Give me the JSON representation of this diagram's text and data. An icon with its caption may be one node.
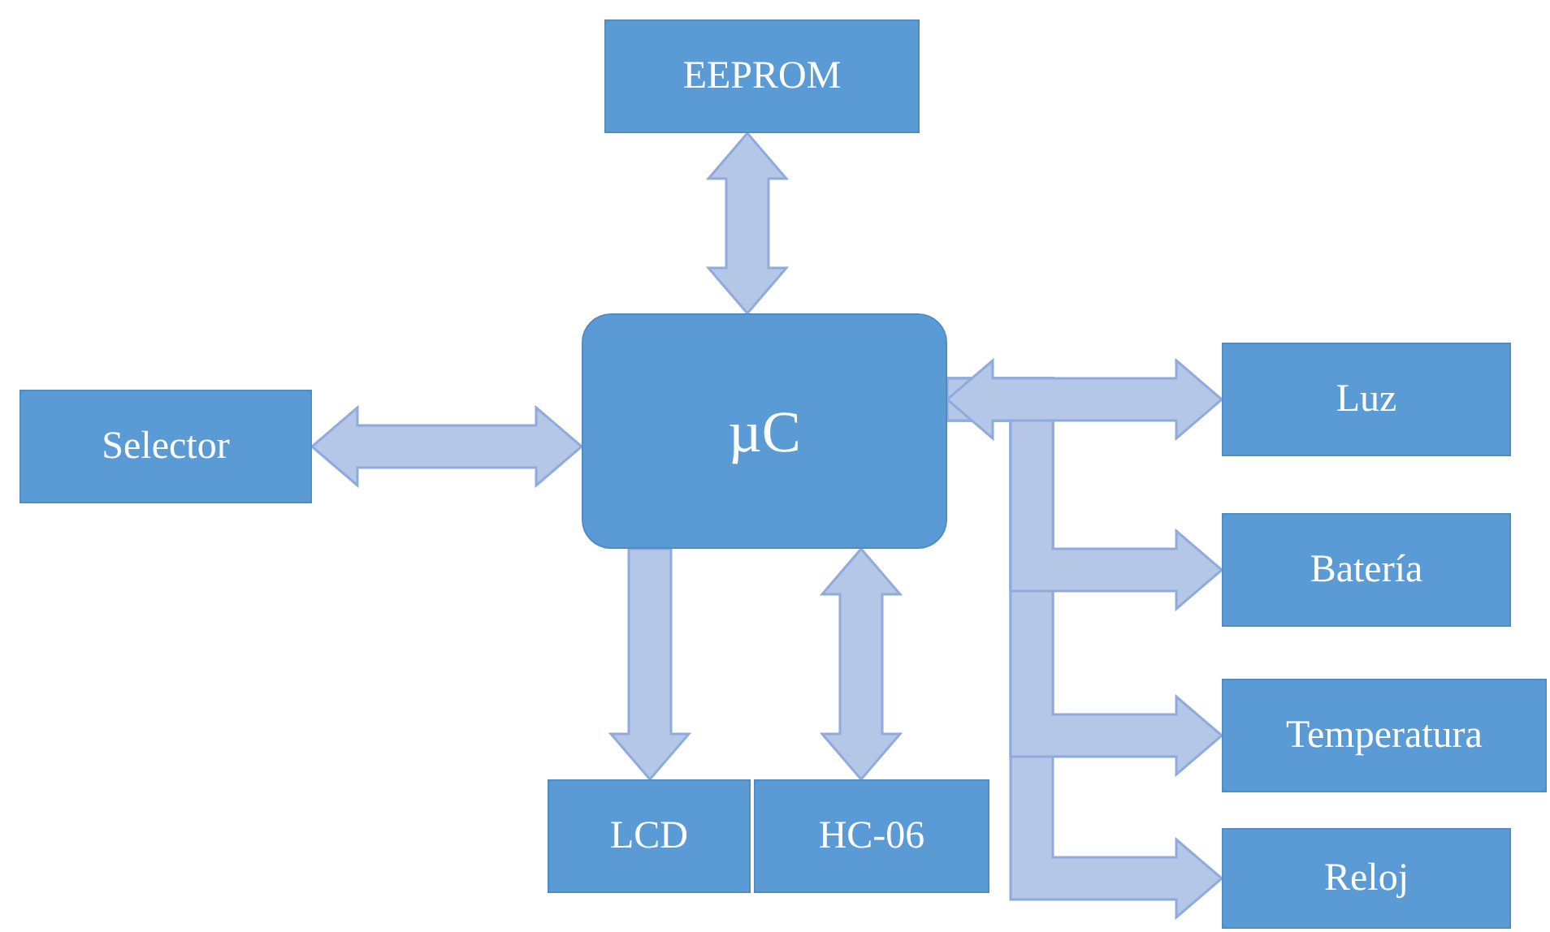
{
  "diagram": {
    "nodes": [
      {
        "text": [
          "EEPROM"
        ]
      },
      {
        "text": [
          "µC"
        ]
      },
      {
        "text": [
          "Selector"
        ]
      },
      {
        "text": [
          "Luz"
        ]
      },
      {
        "text": [
          "Batería"
        ]
      },
      {
        "text": [
          "Temperatura"
        ]
      },
      {
        "text": [
          "Reloj"
        ]
      },
      {
        "text": [
          "LCD"
        ]
      },
      {
        "text": [
          "HC-06"
        ]
      }
    ],
    "edges": [
      {
        "from": 1,
        "to": 0,
        "arrow": "both"
      },
      {
        "from": 2,
        "to": 1,
        "arrow": "both"
      },
      {
        "from": 1,
        "to": 3,
        "arrow": "both"
      },
      {
        "from": 1,
        "to": 4,
        "arrow": "to"
      },
      {
        "from": 1,
        "to": 5,
        "arrow": "to"
      },
      {
        "from": 1,
        "to": 6,
        "arrow": "to"
      },
      {
        "from": 1,
        "to": 7,
        "arrow": "to"
      },
      {
        "from": 1,
        "to": 8,
        "arrow": "both"
      }
    ]
  }
}
